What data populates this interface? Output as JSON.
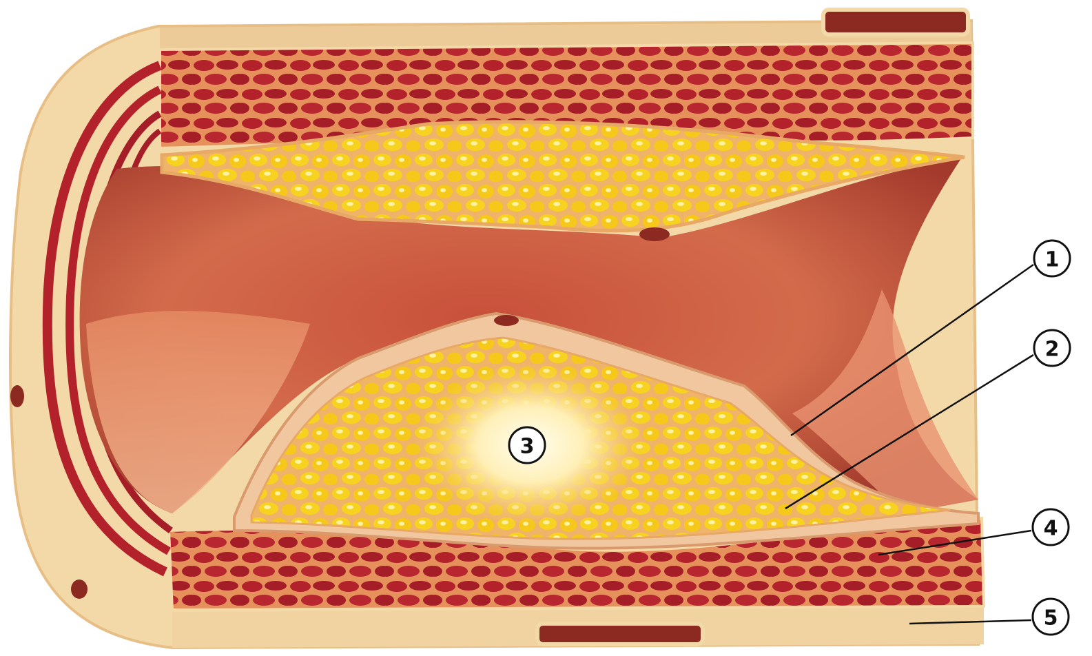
{
  "labels": [
    {
      "id": "1",
      "text": "1"
    },
    {
      "id": "2",
      "text": "2"
    },
    {
      "id": "3",
      "text": "3"
    },
    {
      "id": "4",
      "text": "4"
    },
    {
      "id": "5",
      "text": "5"
    }
  ],
  "colors": {
    "adventitia": "#f3d9a8",
    "adventitia_edge": "#e7bf86",
    "media_bg": "#e08a55",
    "muscle_cell": "#b3222a",
    "muscle_cell_dark": "#8c1a22",
    "plaque_matrix": "#efb36a",
    "lipid": "#f7d21e",
    "lipid_highlight": "#fff2a0",
    "lumen_dark": "#a33a2c",
    "lumen_mid": "#d36b4b",
    "lumen_light": "#f0a87c",
    "core_glow": "#fff7d9"
  }
}
